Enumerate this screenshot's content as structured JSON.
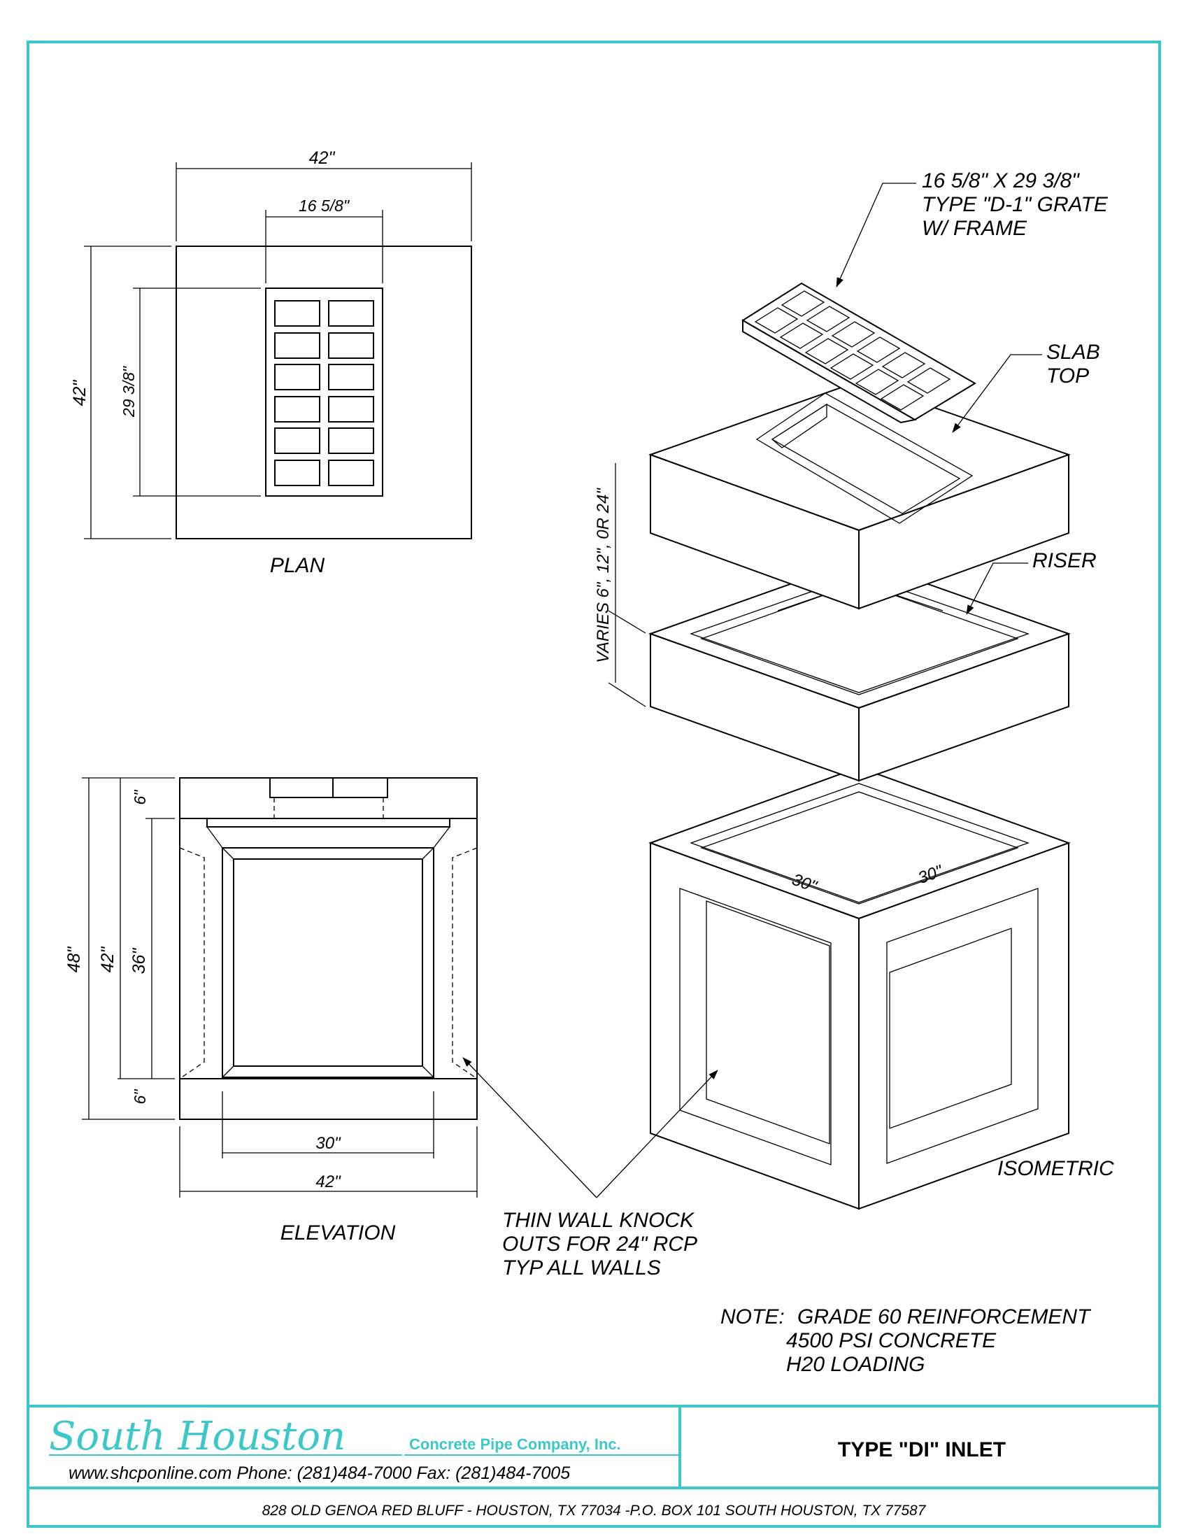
{
  "plan": {
    "title": "PLAN",
    "width_dim": "42\"",
    "height_dim": "42\"",
    "grate_width_dim": "16 5/8\"",
    "grate_length_dim": "29 3/8\""
  },
  "elevation": {
    "title": "ELEVATION",
    "total_height": "48\"",
    "wall_height": "42\"",
    "opening_height": "36\"",
    "top_slab": "6\"",
    "base_slab": "6\"",
    "opening_width": "30\"",
    "overall_width": "42\""
  },
  "isometric": {
    "title": "ISOMETRIC",
    "grate_callout": [
      "16 5/8\" X 29 3/8\"",
      "TYPE \"D-1\" GRATE",
      "W/ FRAME"
    ],
    "slab_callout": [
      "SLAB",
      "TOP"
    ],
    "riser_callout": "RISER",
    "riser_dim": "VARIES 6\", 12\", 0R 24\"",
    "inside_dim_left": "30\"",
    "inside_dim_right": "30\""
  },
  "knockout_note": [
    "THIN WALL KNOCK",
    "OUTS FOR 24\" RCP",
    "TYP ALL WALLS"
  ],
  "notes": {
    "label": "NOTE:",
    "lines": [
      "GRADE 60 REINFORCEMENT",
      "4500 PSI CONCRETE",
      "H20 LOADING"
    ]
  },
  "title_block": {
    "company_script": "South Houston",
    "company_name": "Concrete Pipe Company, Inc.",
    "contact": "www.shcponline.com  Phone: (281)484-7000  Fax: (281)484-7005",
    "drawing_title": "TYPE \"DI\" INLET",
    "address": "828 OLD GENOA RED BLUFF - HOUSTON, TX 77034 -P.O. BOX 101 SOUTH HOUSTON, TX 77587"
  },
  "colors": {
    "frame": "#3cc8c8",
    "brand": "#3cc8c8",
    "line": "#000000"
  }
}
